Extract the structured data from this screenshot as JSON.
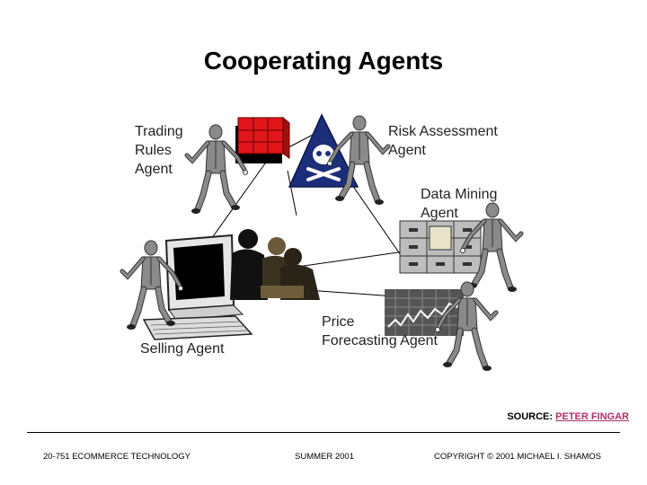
{
  "slide": {
    "title": "Cooperating Agents"
  },
  "agents": {
    "trading": "Trading\nRules\nAgent",
    "risk": "Risk Assessment\nAgent",
    "data_mining": "Data Mining\nAgent",
    "price": "Price\nForecasting Agent",
    "selling": "Selling Agent"
  },
  "source": {
    "prefix": "SOURCE: ",
    "name": "PETER FINGAR"
  },
  "footer": {
    "course": "20-751 ECOMMERCE TECHNOLOGY",
    "term": "SUMMER 2001",
    "copyright": "COPYRIGHT © 2001 MICHAEL I. SHAMOS"
  },
  "colors": {
    "network_line": "#000000",
    "red_blocks": "#e0161b",
    "skull_triangle": "#1c2e7a",
    "link": "#b0306a",
    "agent_figure": "#8a8a8a"
  },
  "icons": [
    "agent-figure",
    "red-blocks",
    "skull-crossbones",
    "file-cabinet",
    "stock-chart",
    "computer-monitor",
    "people-silhouettes"
  ]
}
